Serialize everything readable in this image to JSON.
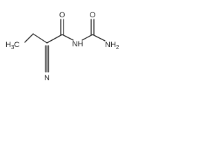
{
  "molecule": {
    "atoms": {
      "methyl": {
        "main": "H",
        "sub": "3",
        "tail": "C"
      },
      "carbonyl_oxygen": "O",
      "imide_nitrogen": "NH",
      "amide_oxygen": "O",
      "amine": {
        "main": "NH",
        "sub": "2"
      },
      "nitrile_nitrogen": "N"
    }
  }
}
